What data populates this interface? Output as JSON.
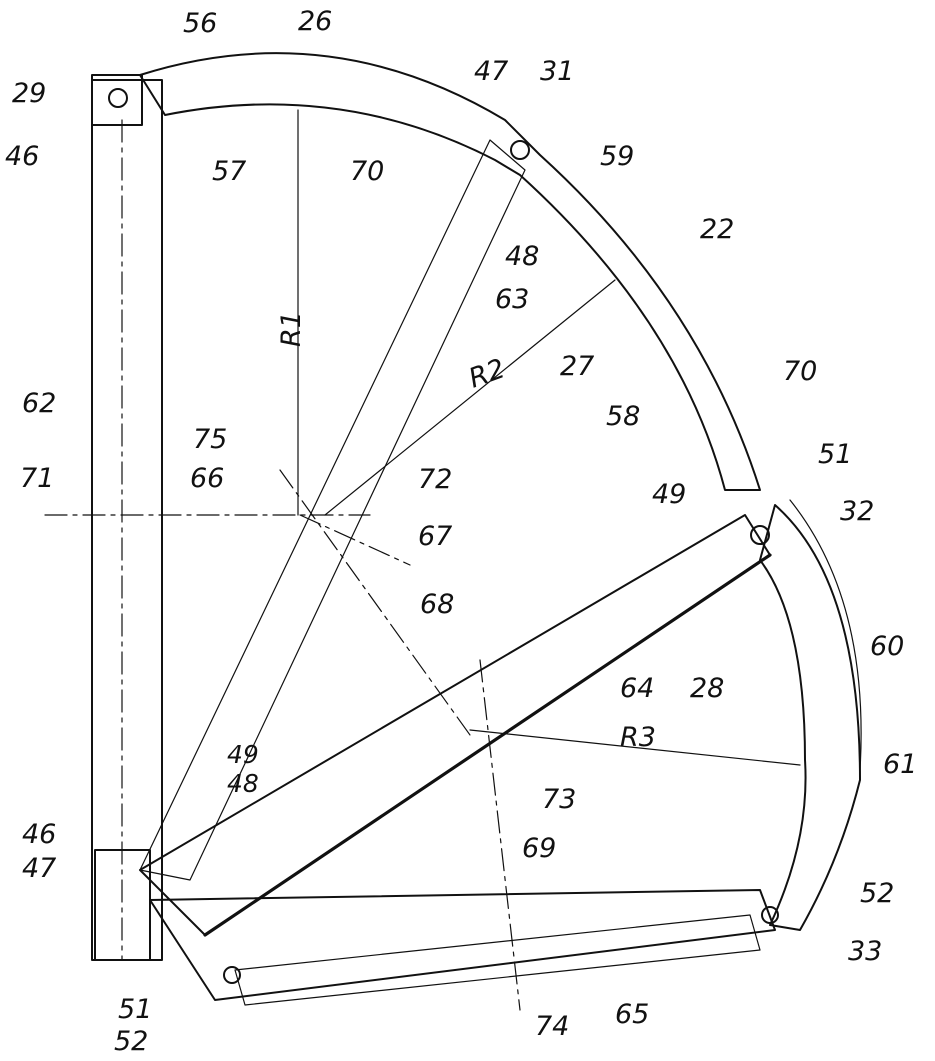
{
  "labels": {
    "l56": "56",
    "l26": "26",
    "l47a": "47",
    "l31": "31",
    "l29": "29",
    "l46a": "46",
    "l57": "57",
    "l70a": "70",
    "l59": "59",
    "l48a": "48",
    "l22": "22",
    "l63": "63",
    "l R1": "R1",
    "lR2": "R2",
    "l27": "27",
    "l70b": "70",
    "l58": "58",
    "l62": "62",
    "l75": "75",
    "l72": "72",
    "l51a": "51",
    "l71": "71",
    "l66": "66",
    "l49a": "49",
    "l32": "32",
    "l67": "67",
    "l68": "68",
    "l60": "60",
    "l64": "64",
    "l28": "28",
    "lR3": "R3",
    "l61": "61",
    "l49b": "49",
    "l48b": "48",
    "l73": "73",
    "l46b": "46",
    "l47b": "47",
    "l69": "69",
    "l52a": "52",
    "l33": "33",
    "l51b": "51",
    "l74": "74",
    "l65": "65",
    "l52b": "52"
  }
}
